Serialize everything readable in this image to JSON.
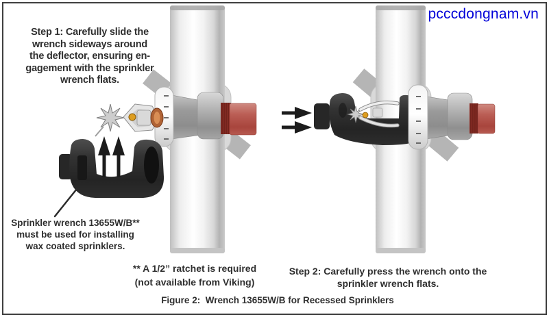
{
  "page": {
    "background": "#ffffff",
    "border_color": "#3f3f3f"
  },
  "watermark": {
    "text": "pcccdongnam.vn",
    "color": "#0000d8"
  },
  "step1": {
    "lines": [
      "Step 1: Carefully slide the",
      "wrench sideways around",
      "the deflector, ensuring en-",
      "gagement with the sprinkler",
      "wrench flats."
    ]
  },
  "wrench_label": {
    "lines": [
      "Sprinkler wrench 13655W/B**",
      "must be used for installing",
      "wax coated sprinklers."
    ]
  },
  "ratchet_note": {
    "lines": [
      "** A 1/2” ratchet is required",
      "(not available from Viking)"
    ]
  },
  "step2": {
    "lines": [
      "Step 2: Carefully press the wrench onto the",
      "sprinkler wrench flats."
    ]
  },
  "figure_caption": {
    "text": "Figure 2:  Wrench 13655W/B for Recessed Sprinklers"
  },
  "illustration": {
    "left_icons": [
      "up-arrow-icon",
      "up-arrow-icon"
    ],
    "right_icons": [
      "right-arrow-icon",
      "right-arrow-icon"
    ],
    "colors": {
      "wrench_black": "#2b2b2b",
      "supply_pipe_red": "#b2534c",
      "thread_red": "#8f3028",
      "fitting_gray": "#9a9a9a",
      "pipe_highlight": "#ffffff",
      "seal_ring_orange": "#b06335",
      "bulb_amber": "#dd9d20",
      "arrow_black": "#1c1c1c",
      "strap_gray": "#b5b5b5"
    }
  }
}
